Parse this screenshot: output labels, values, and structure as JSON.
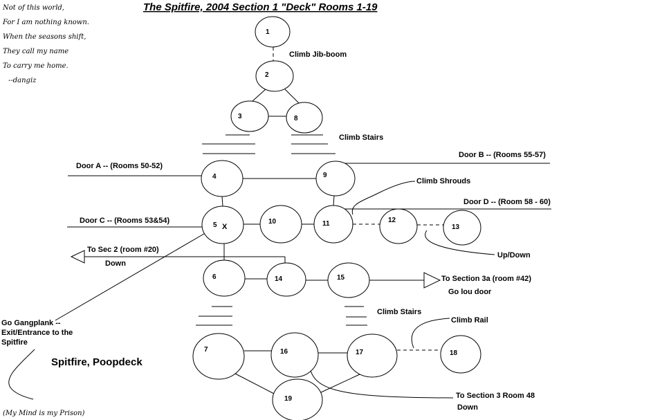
{
  "title": "The Spitfire, 2004  Section 1  \"Deck\"  Rooms 1-19",
  "poem": [
    "Not of this world,",
    "For I am nothing known.",
    "When the seasons shift,",
    "They call my name",
    "To carry me home.",
    "--dangiz"
  ],
  "footer_quote": "(My Mind is my Prison)",
  "subtitle": "Spitfire, Poopdeck",
  "rooms": [
    "1",
    "2",
    "3",
    "4",
    "5",
    "6",
    "7",
    "8",
    "9",
    "10",
    "11",
    "12",
    "13",
    "14",
    "15",
    "16",
    "17",
    "18",
    "19"
  ],
  "room5_mark": "X",
  "labels": {
    "jib": "Climb Jib-boom",
    "stairs1": "Climb Stairs",
    "doorA": "Door A -- (Rooms 50-52)",
    "doorB": "Door B -- (Rooms 55-57)",
    "shrouds": "Climb Shrouds",
    "doorD": "Door D -- (Room 58 - 60)",
    "doorC": "Door C -- (Rooms 53&54)",
    "updown": "Up/Down",
    "sec2": "To Sec 2 (room #20)",
    "down1": "Down",
    "sec3a": "To Section 3a (room #42)",
    "golou": "Go lou door",
    "stairs2": "Climb Stairs",
    "rail": "Climb Rail",
    "gang1": "Go Gangplank --",
    "gang2": "Exit/Entrance to the",
    "gang3": "Spitfire",
    "sec3": "To Section 3     Room 48",
    "down2": "Down"
  }
}
